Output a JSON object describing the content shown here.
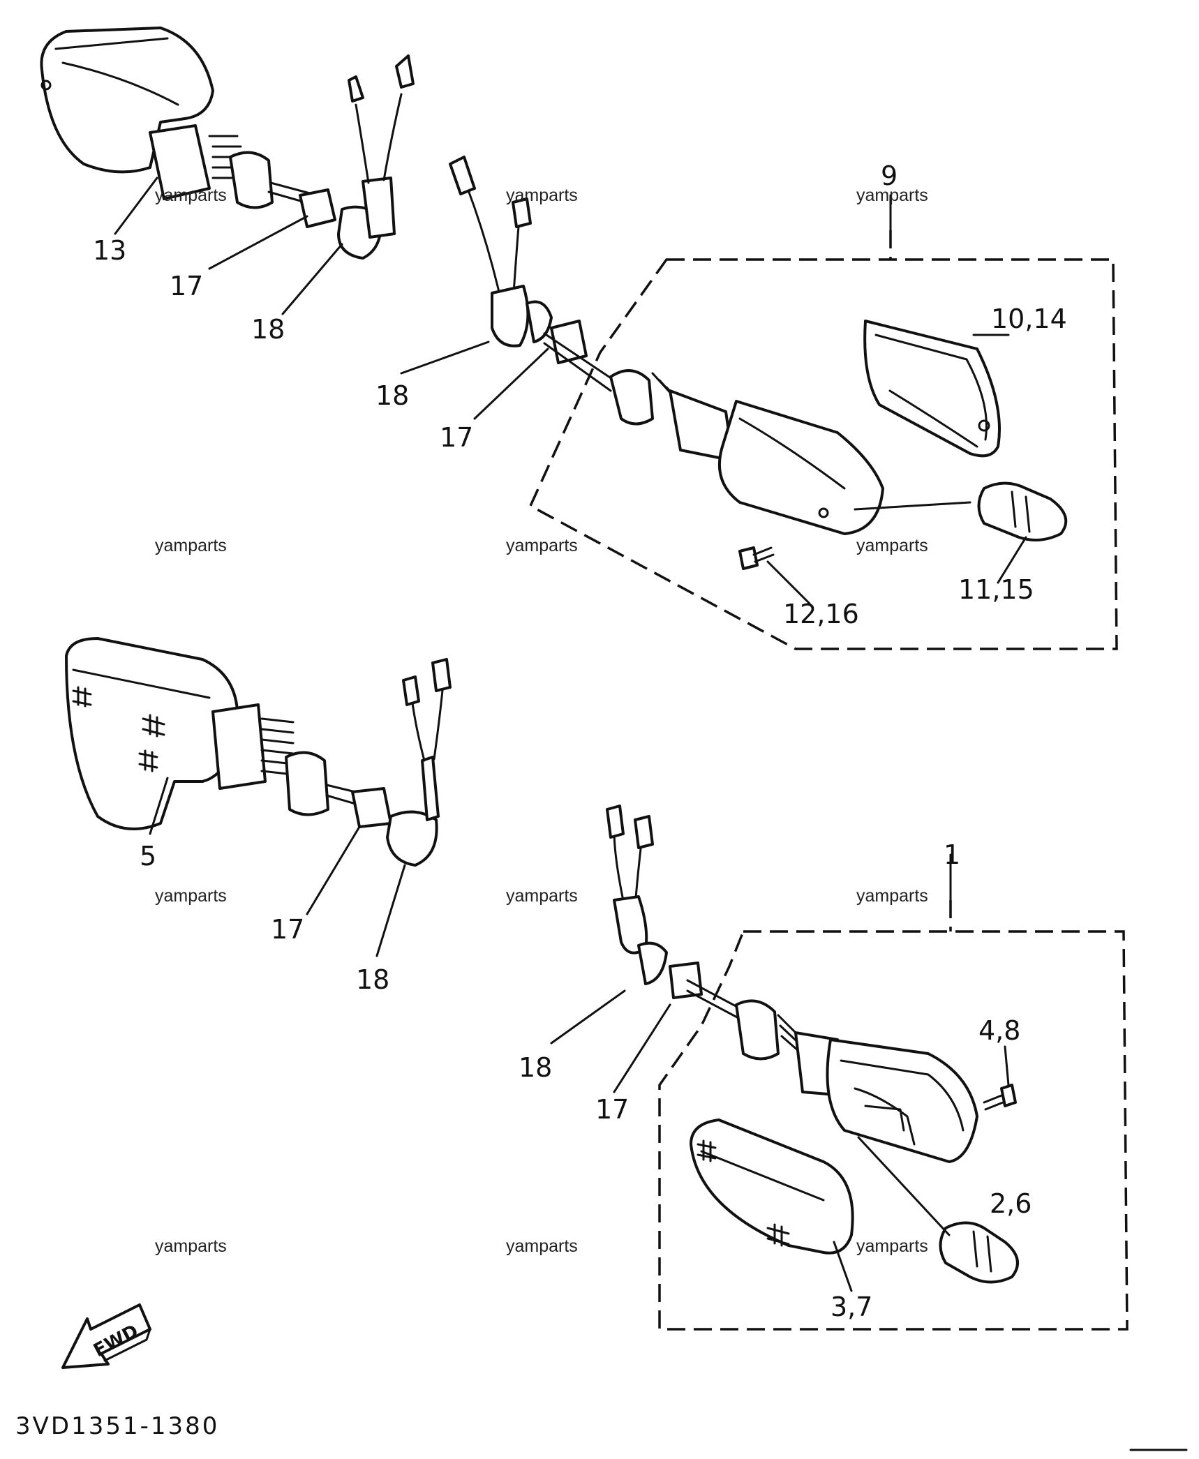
{
  "diagram": {
    "part_code": "3VD1351-1380",
    "direction_label": "FWD",
    "watermark": "yamparts",
    "callouts": [
      "13",
      "17",
      "18",
      "9",
      "10,14",
      "18",
      "17",
      "11,15",
      "12,16",
      "5",
      "17",
      "18",
      "1",
      "4,8",
      "18",
      "17",
      "2,6",
      "3,7"
    ]
  }
}
